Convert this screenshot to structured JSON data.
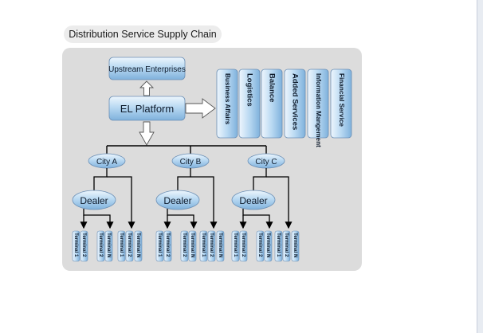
{
  "title": "Distribution Service Supply Chain",
  "upstream": "Upstream Enterprises",
  "platform": "EL Platform",
  "services": [
    "Business Affairs",
    "Logistics",
    "Balance",
    "Added Services",
    "Information Mangement",
    "Financial Service"
  ],
  "cities": [
    "City A",
    "City B",
    "City C"
  ],
  "dealer": "Dealer",
  "terminal_1": "Terminal 1",
  "terminal_2": "Terminal 2",
  "terminal_n": "Terminal N"
}
